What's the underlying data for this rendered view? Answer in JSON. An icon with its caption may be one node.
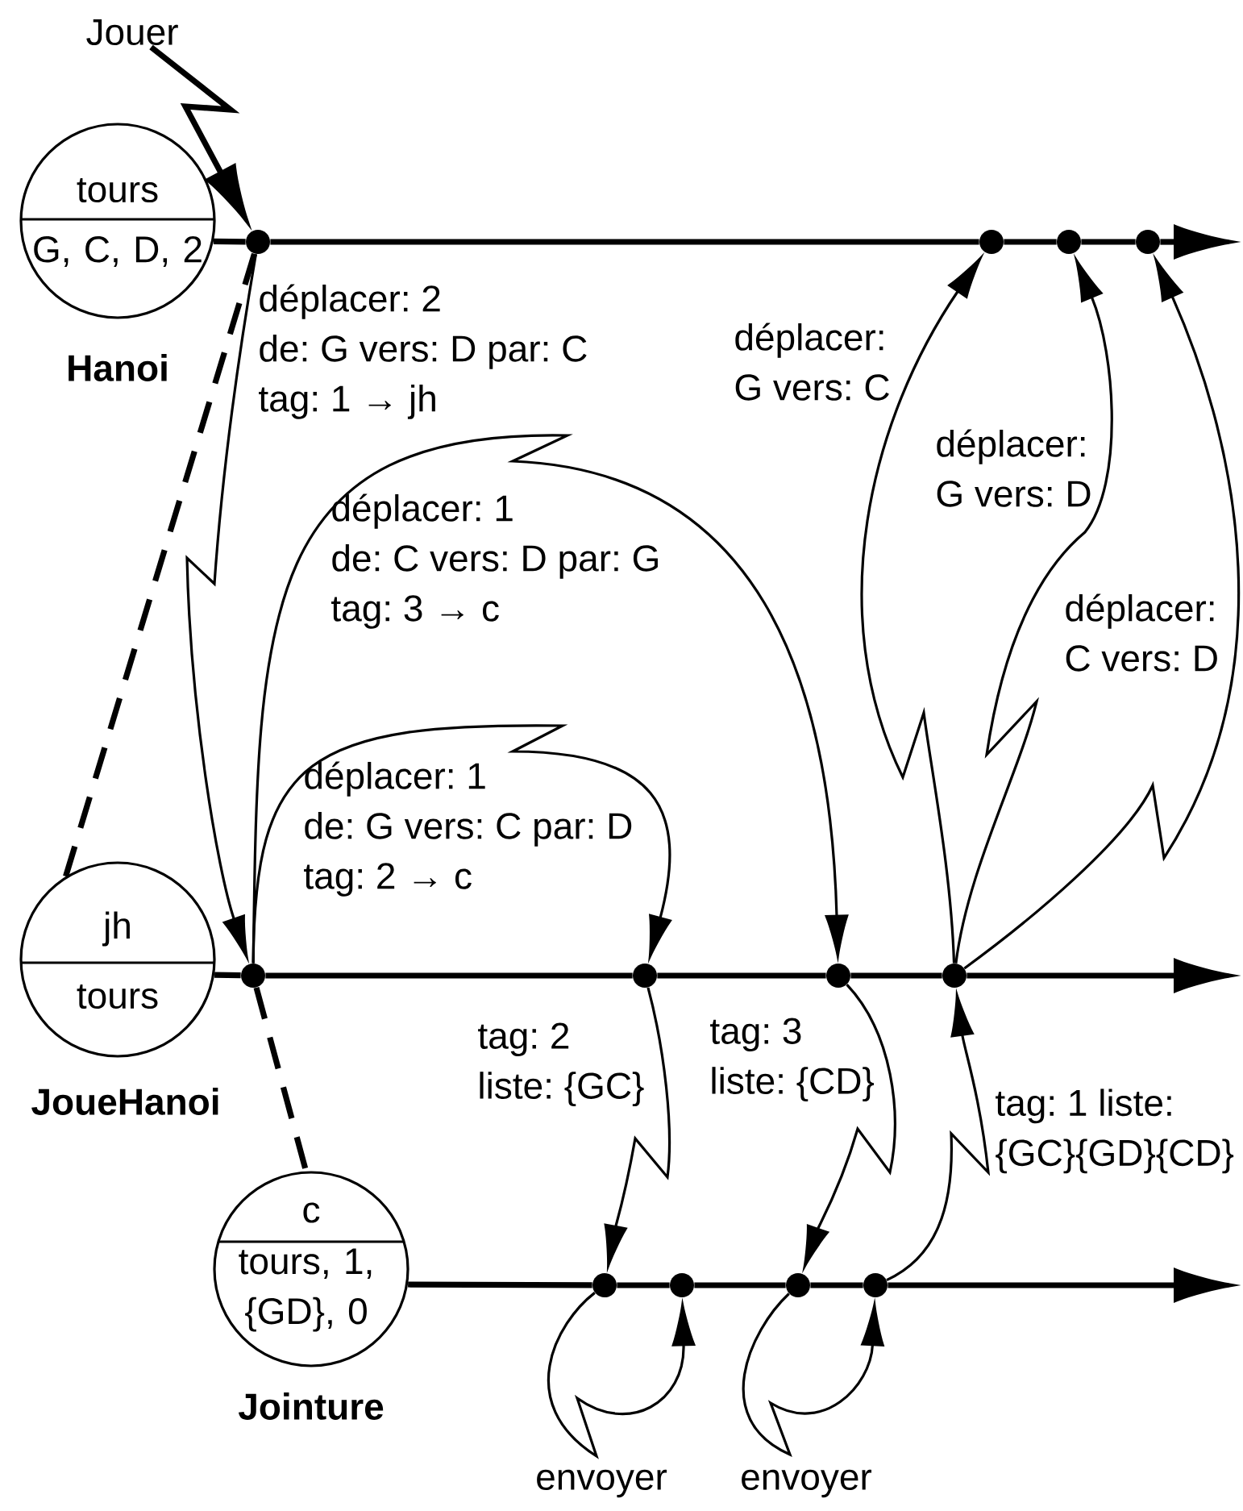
{
  "diagram": {
    "nodes": [
      {
        "text": [
          "Jouer"
        ]
      },
      {
        "text": [
          "tours",
          "G, C, D, 2"
        ],
        "beside": [
          "Hanoi"
        ]
      },
      {
        "text": [],
        "shape": "circle"
      },
      {
        "text": [],
        "shape": "circle"
      },
      {
        "text": [],
        "shape": "circle"
      },
      {
        "text": [],
        "shape": "circle"
      },
      {
        "text": [
          "jh",
          "tours"
        ],
        "beside": [
          "JoueHanoi"
        ]
      },
      {
        "text": [],
        "shape": "circle"
      },
      {
        "text": [],
        "shape": "circle"
      },
      {
        "text": [],
        "shape": "circle"
      },
      {
        "text": [],
        "shape": "circle"
      },
      {
        "text": [
          "c",
          "tours, 1, {GD}, 0"
        ],
        "beside": [
          "Jointure"
        ]
      },
      {
        "text": [],
        "shape": "circle"
      },
      {
        "text": [],
        "shape": "circle"
      },
      {
        "text": [],
        "shape": "circle"
      },
      {
        "text": [],
        "shape": "circle"
      }
    ],
    "edges": [
      {
        "from": 0,
        "to": 2,
        "arrow": "to"
      },
      {
        "from": 1,
        "to": 2,
        "arrow": "none"
      },
      {
        "from": 2,
        "to": 3,
        "arrow": "none"
      },
      {
        "from": 3,
        "to": 4,
        "arrow": "none"
      },
      {
        "from": 4,
        "to": 5,
        "arrow": "none"
      },
      {
        "from": 5,
        "to": null,
        "arrow": "to"
      },
      {
        "from": 6,
        "to": 7,
        "arrow": "none"
      },
      {
        "from": 7,
        "to": 8,
        "arrow": "none"
      },
      {
        "from": 8,
        "to": 9,
        "arrow": "none"
      },
      {
        "from": 9,
        "to": 10,
        "arrow": "none"
      },
      {
        "from": 10,
        "to": null,
        "arrow": "to"
      },
      {
        "from": 11,
        "to": 12,
        "arrow": "none"
      },
      {
        "from": 12,
        "to": 13,
        "arrow": "none"
      },
      {
        "from": 13,
        "to": 14,
        "arrow": "none"
      },
      {
        "from": 14,
        "to": 15,
        "arrow": "none"
      },
      {
        "from": 15,
        "to": null,
        "arrow": "to"
      },
      {
        "from": 2,
        "to": 6,
        "arrow": "none",
        "style": "dashed"
      },
      {
        "from": 7,
        "to": 11,
        "arrow": "none",
        "style": "dashed"
      },
      {
        "from": 2,
        "to": 7,
        "arrow": "to",
        "label": "déplacer: 2 de: G vers: D par: C tag: 1 → jh"
      },
      {
        "from": 7,
        "to": 9,
        "arrow": "to",
        "label": "déplacer: 1 de: C vers: D par: G tag: 3 → c"
      },
      {
        "from": 7,
        "to": 8,
        "arrow": "to",
        "label": "déplacer: 1 de: G vers: C par: D tag: 2 → c"
      },
      {
        "from": 8,
        "to": 12,
        "arrow": "to",
        "label": "tag: 2 liste: {GC}"
      },
      {
        "from": 12,
        "to": 13,
        "arrow": "to",
        "label": "envoyer"
      },
      {
        "from": 9,
        "to": 14,
        "arrow": "to",
        "label": "tag: 3 liste: {CD}"
      },
      {
        "from": 14,
        "to": 15,
        "arrow": "to",
        "label": "envoyer"
      },
      {
        "from": 15,
        "to": 10,
        "arrow": "to",
        "label": "tag: 1 liste: {GC}{GD}{CD}"
      },
      {
        "from": 10,
        "to": 3,
        "arrow": "to",
        "label": "déplacer: G vers: C"
      },
      {
        "from": 10,
        "to": 4,
        "arrow": "to",
        "label": "déplacer: G vers: D"
      },
      {
        "from": 10,
        "to": 5,
        "arrow": "to",
        "label": "déplacer: C vers: D"
      }
    ]
  }
}
